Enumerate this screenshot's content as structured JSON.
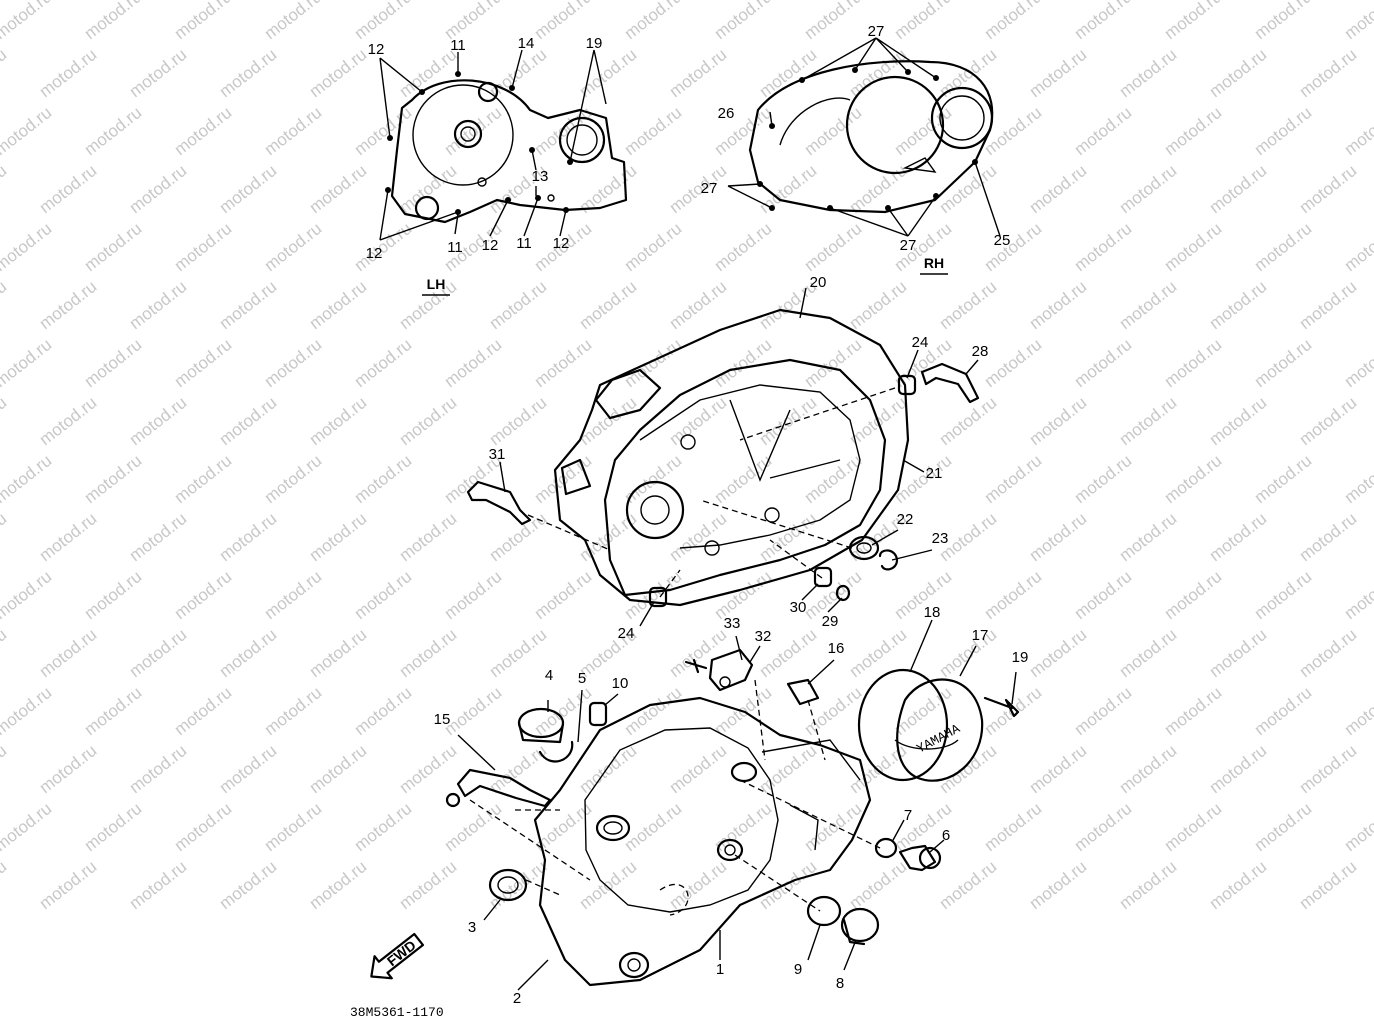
{
  "watermark": "motod.ru",
  "diagram_code": "38M5361-1170",
  "sections": {
    "lh": "LH",
    "rh": "RH"
  },
  "fwd_label": "FWD",
  "cover_logo": "YAMAHA",
  "callouts": {
    "p1": "1",
    "p2": "2",
    "p3": "3",
    "p4": "4",
    "p5": "5",
    "p6": "6",
    "p7": "7",
    "p8": "8",
    "p9": "9",
    "p10": "10",
    "p11": "11",
    "p12": "12",
    "p13": "13",
    "p14": "14",
    "p15": "15",
    "p16": "16",
    "p17": "17",
    "p18": "18",
    "p19": "19",
    "p20": "20",
    "p21": "21",
    "p22": "22",
    "p23": "23",
    "p24": "24",
    "p25": "25",
    "p26": "26",
    "p27": "27",
    "p28": "28",
    "p29": "29",
    "p30": "30",
    "p31": "31",
    "p32": "32",
    "p33": "33"
  }
}
